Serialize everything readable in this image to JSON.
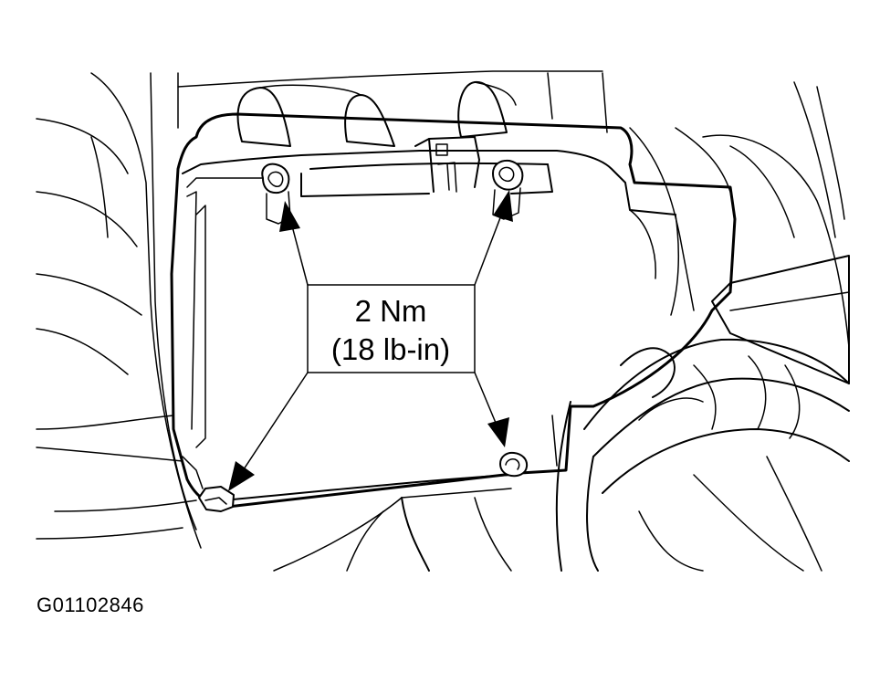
{
  "callout": {
    "torque_nm": "2 Nm",
    "torque_lbin": "(18 lb-in)"
  },
  "figure_code": "G01102846",
  "fasteners": [
    {
      "name": "upper-left-bolt"
    },
    {
      "name": "upper-right-bolt"
    },
    {
      "name": "lower-left-bolt"
    },
    {
      "name": "lower-right-bolt"
    }
  ],
  "colors": {
    "line": "#000000",
    "background": "#ffffff"
  }
}
